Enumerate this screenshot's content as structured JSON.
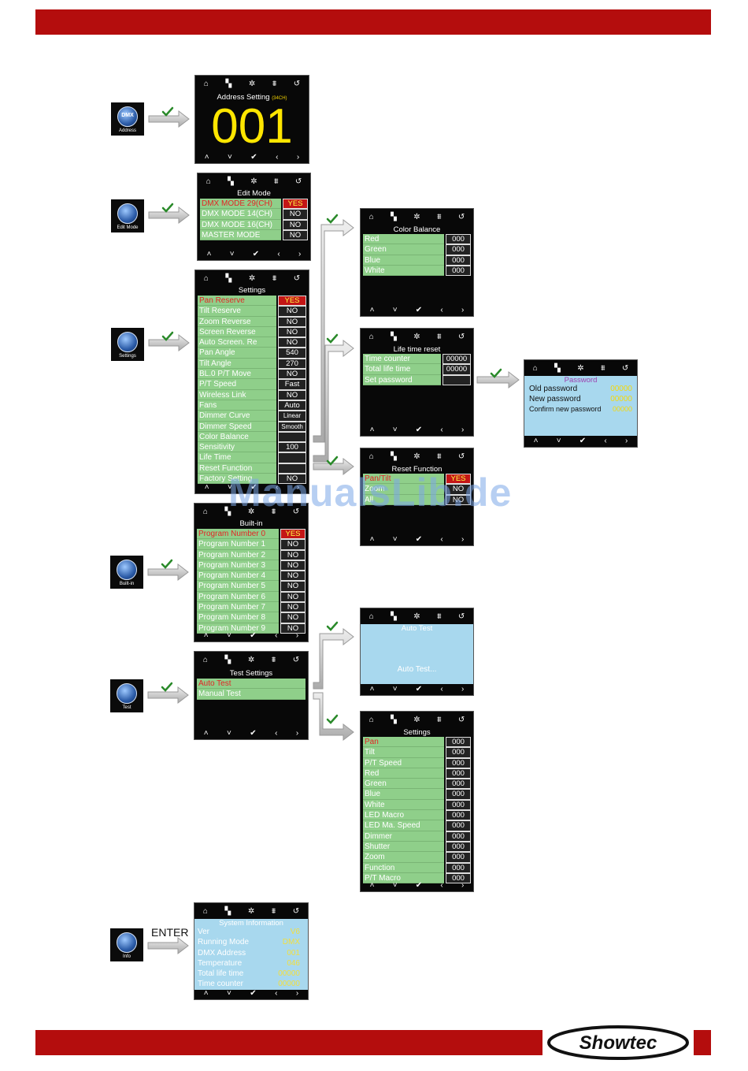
{
  "nav": {
    "home": "⌂",
    "mode": "▚",
    "fx": "✲",
    "net": "⩩",
    "back": "↺",
    "up": "˄",
    "down": "˅",
    "ok": "✔",
    "left": "‹",
    "right": "›"
  },
  "icons": {
    "address": {
      "badge": "DMX",
      "caption": "Address"
    },
    "edit": {
      "badge": "",
      "caption": "Edit Mode"
    },
    "settings": {
      "badge": "",
      "caption": "Settings"
    },
    "builtin": {
      "badge": "",
      "caption": "Built-in"
    },
    "test": {
      "badge": "",
      "caption": "Test"
    },
    "info": {
      "badge": "",
      "caption": "Info"
    }
  },
  "enter_label": "ENTER",
  "address": {
    "title": "Address Setting",
    "mode": "(34CH)",
    "value": "001"
  },
  "edit_mode": {
    "title": "Edit Mode",
    "rows": [
      {
        "label": "DMX MODE 29(CH)",
        "value": "YES"
      },
      {
        "label": "DMX MODE 14(CH)",
        "value": "NO"
      },
      {
        "label": "DMX MODE 16(CH)",
        "value": "NO"
      },
      {
        "label": "MASTER MODE",
        "value": "NO"
      }
    ]
  },
  "settings": {
    "title": "Settings",
    "rows": [
      {
        "label": "Pan Reserve",
        "value": "YES"
      },
      {
        "label": "Tilt Reserve",
        "value": "NO"
      },
      {
        "label": "Zoom Reverse",
        "value": "NO"
      },
      {
        "label": "Screen Reverse",
        "value": "NO"
      },
      {
        "label": "Auto Screen. Re",
        "value": "NO"
      },
      {
        "label": "Pan Angle",
        "value": "540"
      },
      {
        "label": "Tilt Angle",
        "value": "270"
      },
      {
        "label": "BL.0 P/T Move",
        "value": "NO"
      },
      {
        "label": "P/T Speed",
        "value": "Fast"
      },
      {
        "label": "Wireless Link",
        "value": "NO"
      },
      {
        "label": "Fans",
        "value": "Auto"
      },
      {
        "label": "Dimmer Curve",
        "value": "Linear"
      },
      {
        "label": "Dimmer Speed",
        "value": "Smooth"
      },
      {
        "label": "Color Balance",
        "value": ""
      },
      {
        "label": "Sensitivity",
        "value": "100"
      },
      {
        "label": "Life Time",
        "value": ""
      },
      {
        "label": "Reset Function",
        "value": ""
      },
      {
        "label": "Factory Setting",
        "value": "NO"
      }
    ]
  },
  "color_balance": {
    "title": "Color Balance",
    "rows": [
      {
        "label": "Red",
        "value": "000"
      },
      {
        "label": "Green",
        "value": "000"
      },
      {
        "label": "Blue",
        "value": "000"
      },
      {
        "label": "White",
        "value": "000"
      }
    ]
  },
  "life_time": {
    "title": "Life time reset",
    "rows": [
      {
        "label": "Time counter",
        "value": "00000"
      },
      {
        "label": "Total life time",
        "value": "00000"
      },
      {
        "label": "Set password",
        "value": ""
      }
    ]
  },
  "password": {
    "title": "Password",
    "rows": [
      {
        "label": "Old password",
        "value": "00000"
      },
      {
        "label": "New password",
        "value": "00000"
      },
      {
        "label": "Confirm new password",
        "value": "00000"
      }
    ]
  },
  "reset_function": {
    "title": "Reset Function",
    "rows": [
      {
        "label": "Pan/Tilt",
        "value": "YES"
      },
      {
        "label": "Zoom",
        "value": "NO"
      },
      {
        "label": "All",
        "value": "NO"
      }
    ]
  },
  "builtin": {
    "title": "Built-in",
    "rows": [
      {
        "label": "Program Number 0",
        "value": "YES"
      },
      {
        "label": "Program Number 1",
        "value": "NO"
      },
      {
        "label": "Program Number 2",
        "value": "NO"
      },
      {
        "label": "Program Number 3",
        "value": "NO"
      },
      {
        "label": "Program Number 4",
        "value": "NO"
      },
      {
        "label": "Program Number 5",
        "value": "NO"
      },
      {
        "label": "Program Number 6",
        "value": "NO"
      },
      {
        "label": "Program Number 7",
        "value": "NO"
      },
      {
        "label": "Program Number 8",
        "value": "NO"
      },
      {
        "label": "Program Number 9",
        "value": "NO"
      }
    ]
  },
  "test_settings": {
    "title": "Test Settings",
    "rows": [
      {
        "label": "Auto Test"
      },
      {
        "label": "Manual Test"
      }
    ]
  },
  "auto_test": {
    "title": "Auto Test",
    "body": "Auto Test..."
  },
  "manual_settings": {
    "title": "Settings",
    "rows": [
      {
        "label": "Pan",
        "value": "000"
      },
      {
        "label": "Tilt",
        "value": "000"
      },
      {
        "label": "P/T Speed",
        "value": "000"
      },
      {
        "label": "Red",
        "value": "000"
      },
      {
        "label": "Green",
        "value": "000"
      },
      {
        "label": "Blue",
        "value": "000"
      },
      {
        "label": "White",
        "value": "000"
      },
      {
        "label": "LED Macro",
        "value": "000"
      },
      {
        "label": "LED Ma. Speed",
        "value": "000"
      },
      {
        "label": "Dimmer",
        "value": "000"
      },
      {
        "label": "Shutter",
        "value": "000"
      },
      {
        "label": "Zoom",
        "value": "000"
      },
      {
        "label": "Function",
        "value": "000"
      },
      {
        "label": "P/T Macro",
        "value": "000"
      }
    ]
  },
  "system_info": {
    "title": "System Information",
    "rows": [
      {
        "label": "Ver",
        "value": "V6"
      },
      {
        "label": "Running Mode",
        "value": "DMX"
      },
      {
        "label": "DMX Address",
        "value": "001"
      },
      {
        "label": "Temperature",
        "value": "046"
      },
      {
        "label": "Total life time",
        "value": "00000"
      },
      {
        "label": "Time counter",
        "value": "00000"
      }
    ]
  },
  "watermark": "ManualsLib.de",
  "brand": "Showtec",
  "colors": {
    "brand_red": "#b40d0d",
    "row_green": "#8fcf8a",
    "screen_blue": "#a8d8ee",
    "highlight_red": "#e32525",
    "value_yellow": "#ffe600"
  }
}
